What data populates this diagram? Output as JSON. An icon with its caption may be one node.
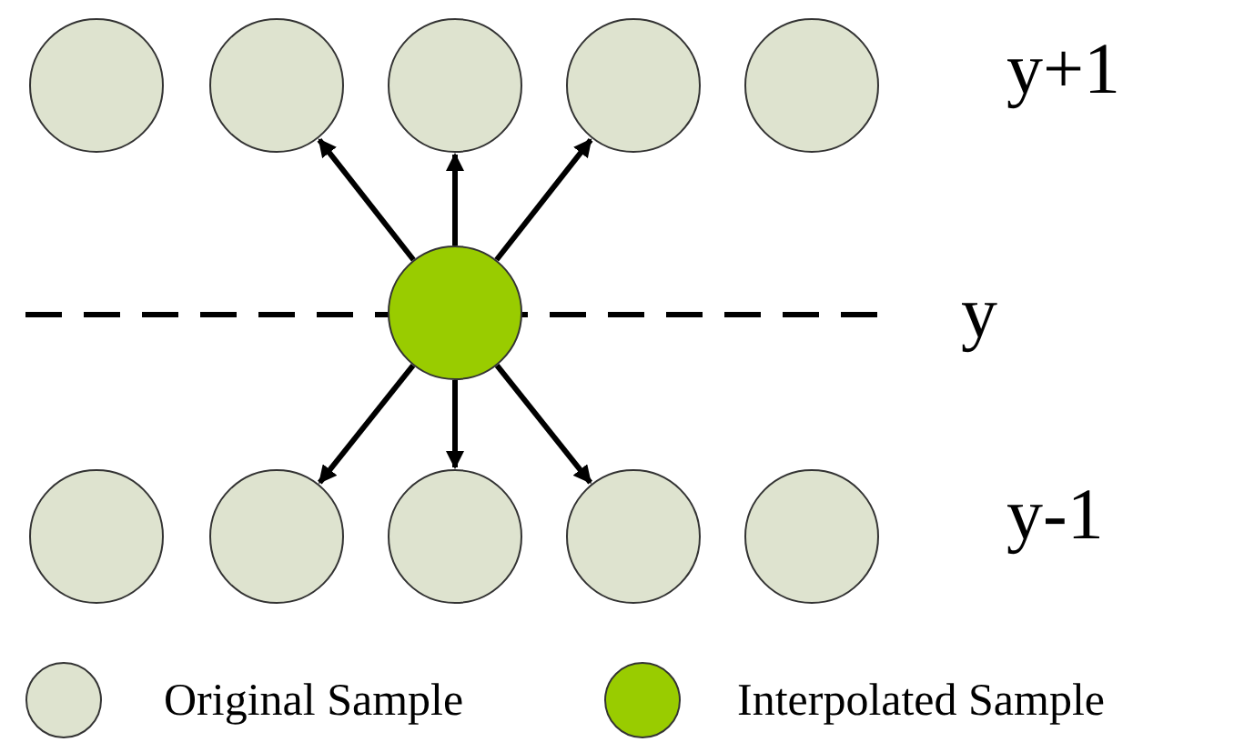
{
  "diagram": {
    "nodes": [
      {
        "text": [],
        "shape": "circle"
      },
      {
        "text": [],
        "shape": "circle"
      },
      {
        "text": [],
        "shape": "circle"
      },
      {
        "text": [],
        "shape": "circle"
      },
      {
        "text": [],
        "shape": "circle"
      },
      {
        "text": [],
        "shape": "circle"
      },
      {
        "text": [],
        "shape": "circle"
      },
      {
        "text": [],
        "shape": "circle"
      },
      {
        "text": [],
        "shape": "circle"
      },
      {
        "text": [],
        "shape": "circle"
      },
      {
        "text": [],
        "shape": "circle"
      }
    ],
    "edges": [
      {
        "from": 5,
        "to": 1,
        "arrow": "to"
      },
      {
        "from": 5,
        "to": 2,
        "arrow": "to"
      },
      {
        "from": 5,
        "to": 3,
        "arrow": "to"
      },
      {
        "from": 5,
        "to": 7,
        "arrow": "to"
      },
      {
        "from": 5,
        "to": 8,
        "arrow": "to"
      },
      {
        "from": 5,
        "to": 9,
        "arrow": "to"
      }
    ],
    "labels": [
      "y+1",
      "y",
      "y-1"
    ],
    "legend": [
      {
        "text": "Original Sample",
        "color": "#dee3cf"
      },
      {
        "text": "Interpolated Sample",
        "color": "#99cc00"
      }
    ]
  }
}
